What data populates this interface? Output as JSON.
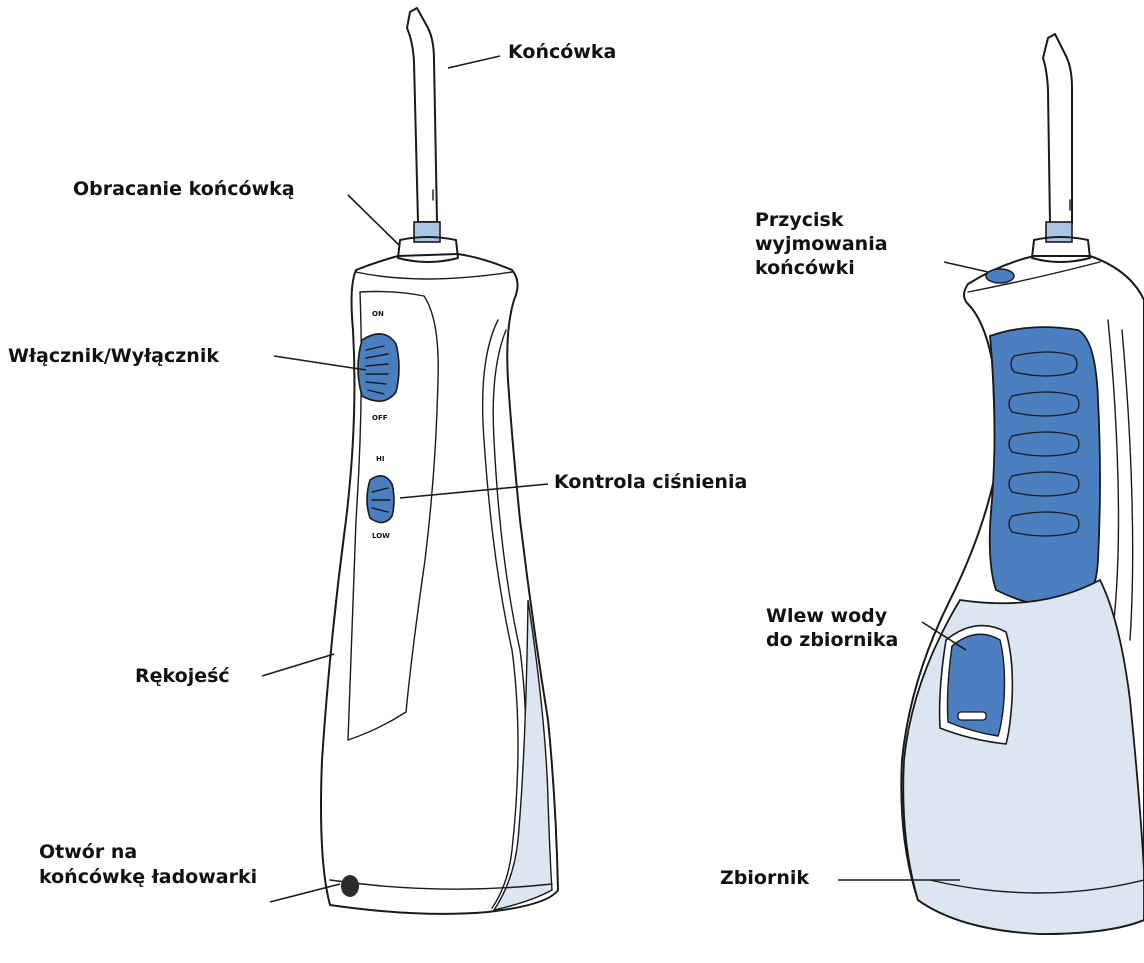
{
  "colors": {
    "accent_blue": "#4c7fc0",
    "light_blue": "#dbe6f2",
    "tip_collar_blue": "#a9c4e6",
    "outline": "#1a1a1a"
  },
  "labels": {
    "koncowka": "Końcówka",
    "obracanie": "Obracanie końcówką",
    "wlacznik": "Włącznik/Wyłącznik",
    "kontrola": "Kontrola ciśnienia",
    "rekojesc": "Rękojeść",
    "otwor_line1": "Otwór na",
    "otwor_line2": "końcówkę ładowarki",
    "przycisk_line1": "Przycisk",
    "przycisk_line2": "wyjmowania",
    "przycisk_line3": "końcówki",
    "wlew_line1": "Wlew wody",
    "wlew_line2": "do zbiornika",
    "zbiornik": "Zbiornik"
  },
  "switch_marks": {
    "on": "ON",
    "off": "OFF",
    "hi": "HI",
    "low": "LOW"
  }
}
